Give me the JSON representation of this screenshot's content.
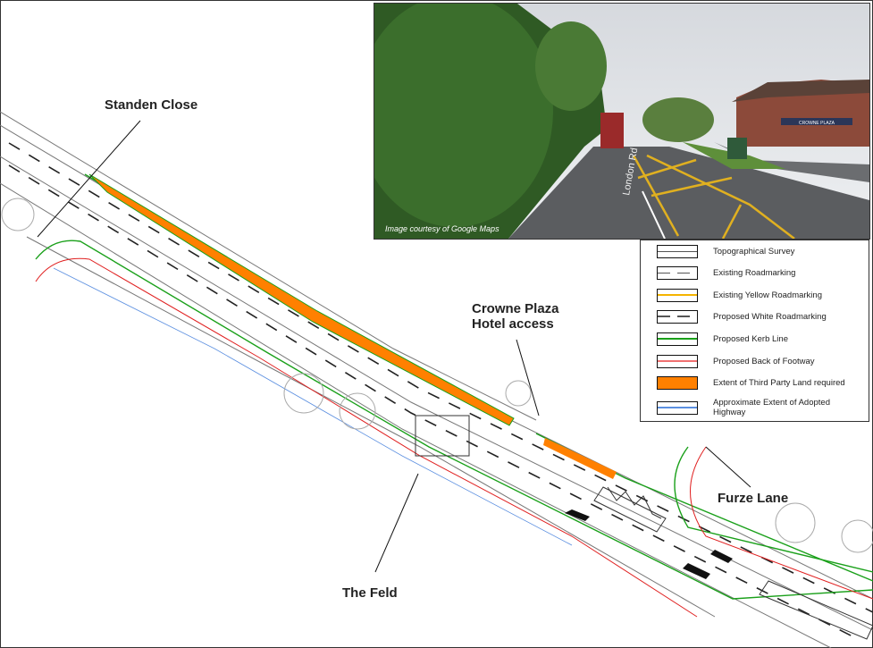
{
  "labels": {
    "standen_close": "Standen Close",
    "crowne_plaza_line1": "Crowne Plaza",
    "crowne_plaza_line2": "Hotel access",
    "furze_lane": "Furze Lane",
    "the_feld": "The Feld"
  },
  "photo": {
    "credit": "Image courtesy of Google Maps",
    "hotel_sign": "CROWNE PLAZA",
    "road_marking": "London Rd"
  },
  "legend": {
    "items": [
      {
        "label": "Topographical Survey",
        "style": "solid",
        "color": "#555555"
      },
      {
        "label": "Existing Roadmarking",
        "style": "dashed",
        "color": "#555555"
      },
      {
        "label": "Existing Yellow Roadmarking",
        "style": "solid",
        "color": "#f5b400"
      },
      {
        "label": "Proposed White Roadmarking",
        "style": "dashed-bold",
        "color": "#555555"
      },
      {
        "label": "Proposed Kerb Line",
        "style": "solid",
        "color": "#1aa01a"
      },
      {
        "label": "Proposed Back of Footway",
        "style": "solid",
        "color": "#f07070"
      },
      {
        "label": "Extent of Third Party Land required",
        "style": "fill",
        "color": "#ff8000"
      },
      {
        "label": "Approximate Extent of Adopted Highway",
        "style": "solid",
        "color": "#5b8fe0"
      }
    ]
  },
  "colors": {
    "orange": "#ff8000",
    "kerb": "#1aa01a",
    "footway": "#e02020",
    "highway": "#5b8fe0"
  }
}
